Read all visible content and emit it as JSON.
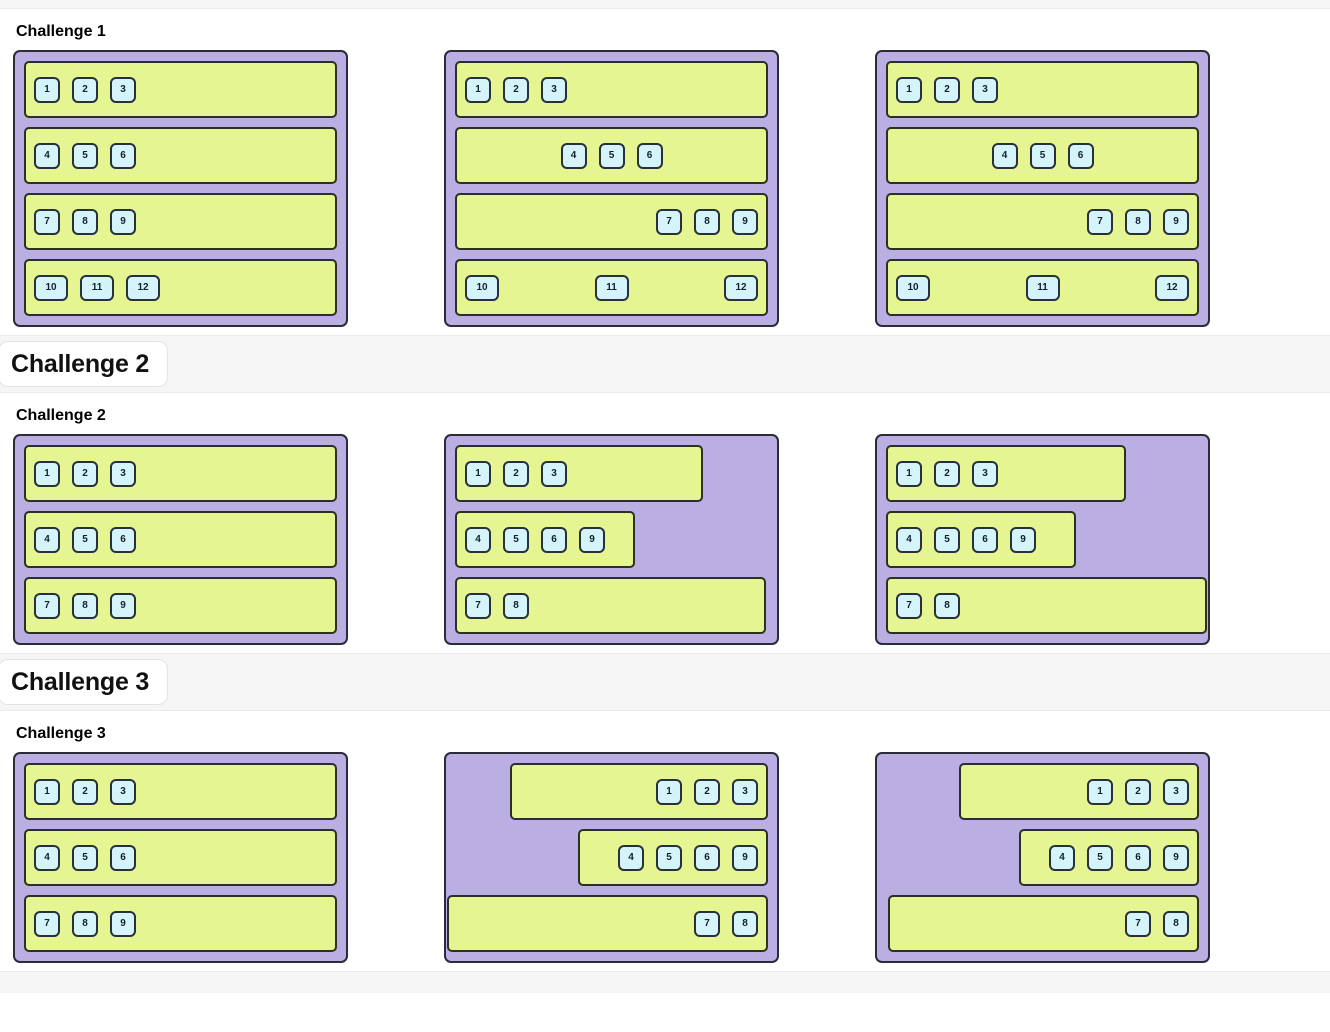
{
  "sections": [
    {
      "tab_label": null,
      "heading": "Challenge 1",
      "panels": [
        {
          "name": "challenge-1-panel-1",
          "rows": [
            {
              "align": "flex-start",
              "width": "full",
              "items": [
                "1",
                "2",
                "3"
              ]
            },
            {
              "align": "flex-start",
              "width": "full",
              "items": [
                "4",
                "5",
                "6"
              ]
            },
            {
              "align": "flex-start",
              "width": "full",
              "items": [
                "7",
                "8",
                "9"
              ]
            },
            {
              "align": "flex-start",
              "width": "full",
              "items": [
                "10",
                "11",
                "12"
              ]
            }
          ]
        },
        {
          "name": "challenge-1-panel-2",
          "rows": [
            {
              "align": "flex-start",
              "width": "full",
              "items": [
                "1",
                "2",
                "3"
              ]
            },
            {
              "align": "center",
              "width": "full",
              "items": [
                "4",
                "5",
                "6"
              ]
            },
            {
              "align": "flex-end",
              "width": "full",
              "items": [
                "7",
                "8",
                "9"
              ]
            },
            {
              "align": "space-between",
              "width": "full",
              "items": [
                "10",
                "11",
                "12"
              ]
            }
          ]
        },
        {
          "name": "challenge-1-panel-3",
          "rows": [
            {
              "align": "flex-start",
              "width": "full",
              "items": [
                "1",
                "2",
                "3"
              ]
            },
            {
              "align": "center",
              "width": "full",
              "items": [
                "4",
                "5",
                "6"
              ]
            },
            {
              "align": "flex-end",
              "width": "full",
              "items": [
                "7",
                "8",
                "9"
              ]
            },
            {
              "align": "space-between",
              "width": "full",
              "items": [
                "10",
                "11",
                "12"
              ]
            }
          ]
        }
      ]
    },
    {
      "tab_label": "Challenge 2",
      "heading": "Challenge 2",
      "panels": [
        {
          "name": "challenge-2-panel-1",
          "rows": [
            {
              "align": "flex-start",
              "width": "full",
              "items": [
                "1",
                "2",
                "3"
              ]
            },
            {
              "align": "flex-start",
              "width": "full",
              "items": [
                "4",
                "5",
                "6"
              ]
            },
            {
              "align": "flex-start",
              "width": "full",
              "items": [
                "7",
                "8",
                "9"
              ]
            }
          ]
        },
        {
          "name": "challenge-2-panel-2",
          "rows": [
            {
              "align": "flex-start",
              "width": "w1",
              "items": [
                "1",
                "2",
                "3"
              ]
            },
            {
              "align": "flex-start",
              "width": "w2",
              "items": [
                "4",
                "5",
                "6",
                "9"
              ]
            },
            {
              "align": "flex-start",
              "width": "w3",
              "items": [
                "7",
                "8"
              ]
            }
          ]
        },
        {
          "name": "challenge-2-panel-3",
          "rows": [
            {
              "align": "flex-start",
              "width": "w4",
              "items": [
                "1",
                "2",
                "3"
              ]
            },
            {
              "align": "flex-start",
              "width": "w5",
              "items": [
                "4",
                "5",
                "6",
                "9"
              ]
            },
            {
              "align": "flex-start",
              "width": "w6",
              "items": [
                "7",
                "8"
              ]
            }
          ]
        }
      ]
    },
    {
      "tab_label": "Challenge 3",
      "heading": "Challenge 3",
      "panels": [
        {
          "name": "challenge-3-panel-1",
          "rows": [
            {
              "align": "flex-start",
              "width": "full",
              "items": [
                "1",
                "2",
                "3"
              ]
            },
            {
              "align": "flex-start",
              "width": "full",
              "items": [
                "4",
                "5",
                "6"
              ]
            },
            {
              "align": "flex-start",
              "width": "full",
              "items": [
                "7",
                "8",
                "9"
              ]
            }
          ]
        },
        {
          "name": "challenge-3-panel-2",
          "rows": [
            {
              "align": "flex-end",
              "width": "w7",
              "items": [
                "1",
                "2",
                "3"
              ]
            },
            {
              "align": "flex-end",
              "width": "w8",
              "items": [
                "4",
                "5",
                "6",
                "9"
              ]
            },
            {
              "align": "flex-end",
              "width": "w9",
              "items": [
                "7",
                "8"
              ]
            }
          ]
        },
        {
          "name": "challenge-3-panel-3",
          "rows": [
            {
              "align": "flex-end",
              "width": "w10",
              "items": [
                "1",
                "2",
                "3"
              ]
            },
            {
              "align": "flex-end",
              "width": "w11",
              "items": [
                "4",
                "5",
                "6",
                "9"
              ]
            },
            {
              "align": "flex-end",
              "width": "w12",
              "items": [
                "7",
                "8"
              ]
            }
          ]
        }
      ]
    }
  ],
  "colors": {
    "container_bg": "#bbaee2",
    "row_bg": "#e4f591",
    "item_bg": "#d5f4fa",
    "border": "#2b2b3a",
    "band_bg": "#f5f5f5",
    "tab_bg": "#ffffff",
    "page_bg": "#ffffff"
  }
}
